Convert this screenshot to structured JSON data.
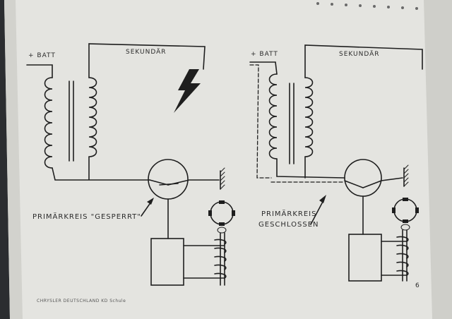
{
  "left": {
    "batt_label": "+ BATT",
    "secondary_label": "SEKUNDÄR",
    "primary_label": "PRIMÄRKREIS \"GESPERRT\""
  },
  "right": {
    "batt_label": "+ BATT",
    "secondary_label": "SEKUNDÄR",
    "primary_label_line1": "PRIMÄRKREIS",
    "primary_label_line2": "GESCHLOSSEN"
  },
  "footer": {
    "publisher": "CHRYSLER DEUTSCHLAND KD Schule",
    "page_number": "6"
  }
}
